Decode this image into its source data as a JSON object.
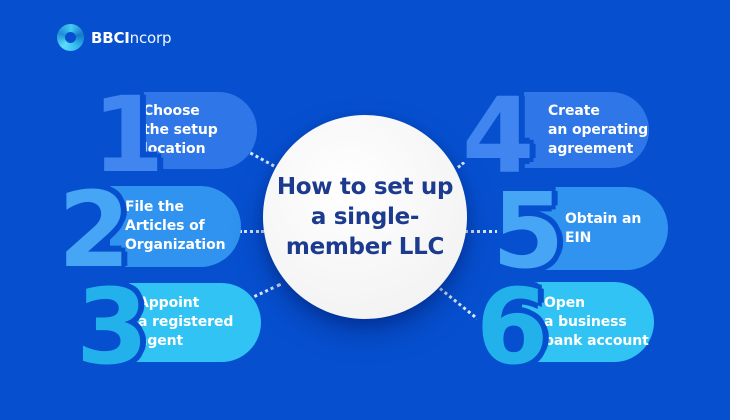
{
  "page": {
    "background_color": "#0650d0",
    "connector_color": "#f0f7ff"
  },
  "logo": {
    "icon": "swirl-ring-icon",
    "icon_color": "#36bdf0",
    "brand_bold": "BBCI",
    "brand_regular": "ncorp"
  },
  "center": {
    "title": "How to set up\na single-\nmember LLC",
    "title_color": "#1c3b8e",
    "circle_color": "#f8f8f8"
  },
  "steps": [
    {
      "number": "1",
      "label": "Choose\nthe setup\nlocation",
      "number_color": "#4085f0",
      "pill_color": "#2f77e8"
    },
    {
      "number": "2",
      "label": "File the\nArticles of\nOrganization",
      "number_color": "#47a5f5",
      "pill_color": "#2f93ef"
    },
    {
      "number": "3",
      "label": "Appoint\na registered\nagent",
      "number_color": "#23b1ec",
      "pill_color": "#31c3f4"
    },
    {
      "number": "4",
      "label": "Create\nan operating\nagreement",
      "number_color": "#4085f0",
      "pill_color": "#2f77e8"
    },
    {
      "number": "5",
      "label": "Obtain an EIN",
      "number_color": "#47a5f5",
      "pill_color": "#2f93ef"
    },
    {
      "number": "6",
      "label": "Open\na business\nbank account",
      "number_color": "#23b1ec",
      "pill_color": "#31c3f4"
    }
  ]
}
